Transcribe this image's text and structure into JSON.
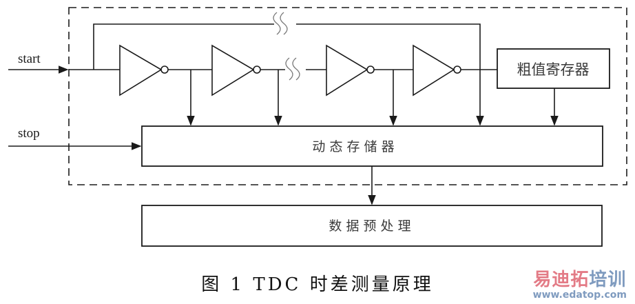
{
  "signals": {
    "start": "start",
    "stop": "stop"
  },
  "blocks": {
    "coarse_register": "粗值寄存器",
    "dynamic_memory": "动 态 存 储 器",
    "data_preprocess": "数 据 预 处 理"
  },
  "delay_chain": {
    "inverter_count": 4,
    "break_symbol": "≈"
  },
  "caption": "图 1   TDC 时差测量原理",
  "watermark": {
    "title_part1": "易迪拓",
    "title_part2": "培训",
    "url": "www.edatop.com"
  },
  "colors": {
    "line": "#1a1a1a",
    "watermark_red": "#e37b86",
    "watermark_blue": "#7f9bbf"
  }
}
